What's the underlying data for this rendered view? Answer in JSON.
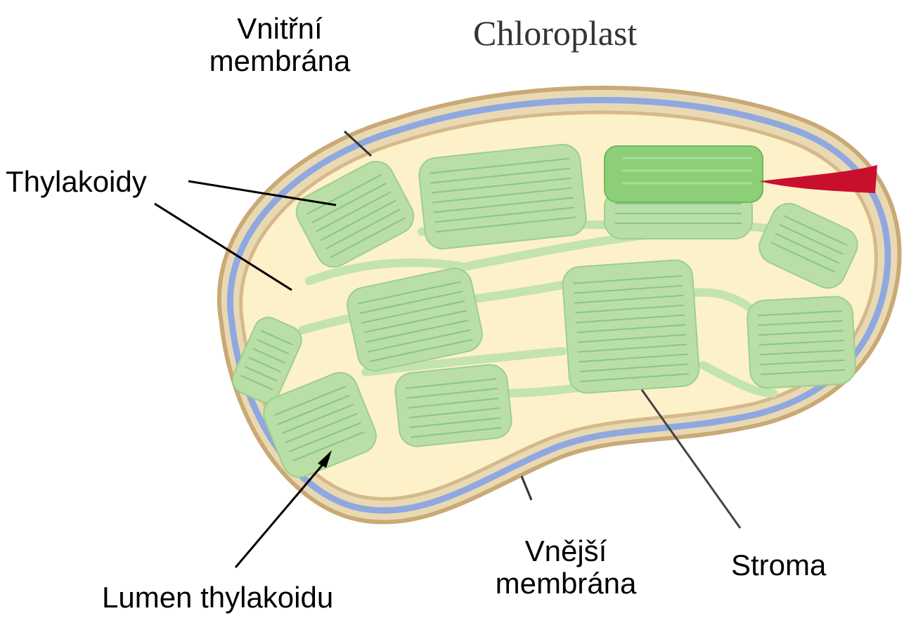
{
  "diagram": {
    "title": "Chloroplast",
    "labels": {
      "inner_membrane_line1": "Vnitřní",
      "inner_membrane_line2": "membrána",
      "thylakoids": "Thylakoidy",
      "outer_membrane_line1": "Vnější",
      "outer_membrane_line2": "membrána",
      "stroma": "Stroma",
      "thylakoid_lumen": "Lumen thylakoidu"
    },
    "colors": {
      "stroma_fill": "#fdf1c9",
      "membrane_blue": "#8fa8e0",
      "membrane_tan": "#d6b98a",
      "thylakoid": "#b9dfa6",
      "thylakoid_line": "#7fbf8a",
      "highlight_granum": "#8ccf78",
      "red_marker": "#c8102e"
    }
  }
}
